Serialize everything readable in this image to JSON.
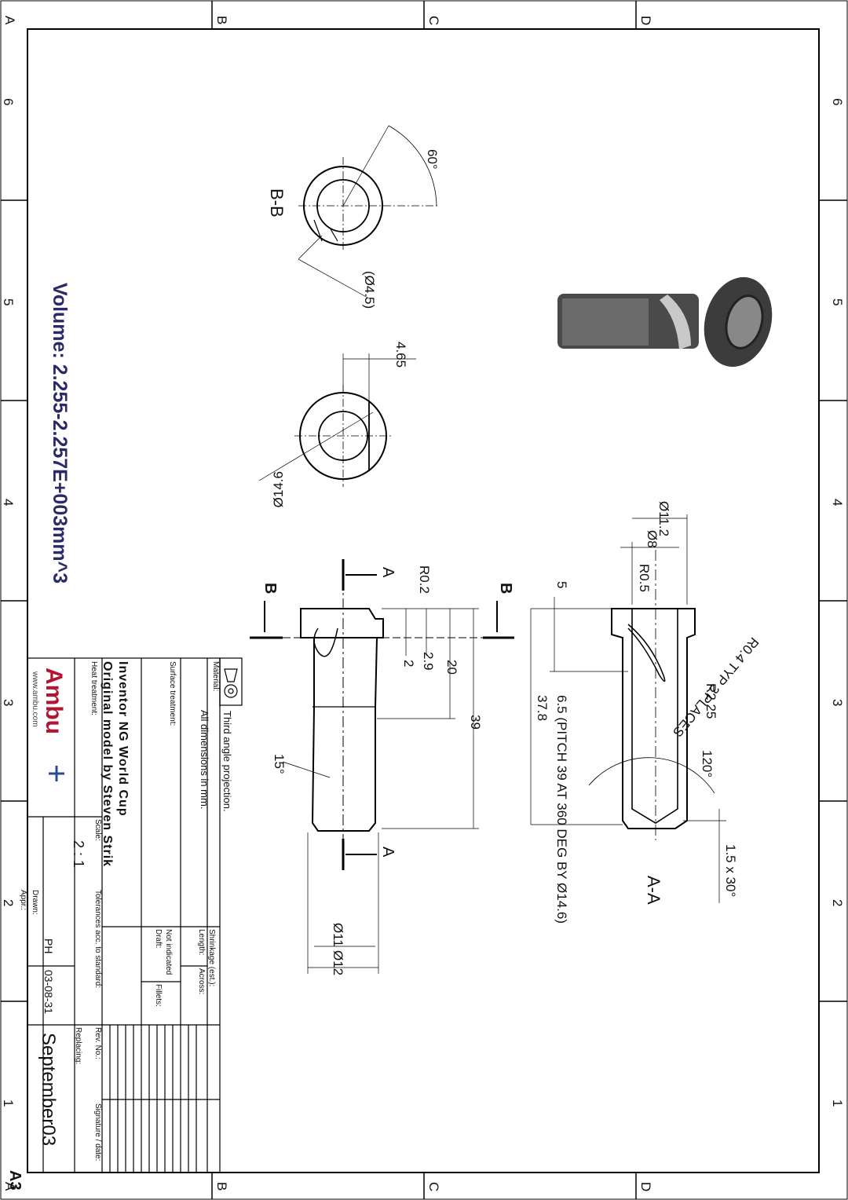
{
  "sheet": {
    "size": "A3",
    "zone_letters": [
      "A",
      "B",
      "C",
      "D"
    ],
    "zone_numbers": [
      "6",
      "5",
      "4",
      "3",
      "2",
      "1"
    ]
  },
  "notes": {
    "volume": "Volume: 2.255-2.257E+003mm^3",
    "projection": "Third angle projection.",
    "units": "All dimensions in mm."
  },
  "views": {
    "section_bb": "B-B",
    "section_aa": "A-A",
    "cut_a": "A",
    "cut_b": "B"
  },
  "dimensions": {
    "angle_60": "60°",
    "dia_4_5": "(Ø4.5)",
    "d_4_65": "4.65",
    "dia_14_6": "Ø14.6",
    "dia_11_2": "Ø11.2",
    "dia_8": "Ø8",
    "r0_5": "R0.5",
    "d_5": "5",
    "r0_4_typ": "R0.4 TYP 2 PLACES",
    "r2_25": "R2.25",
    "d_37_8": "37.8",
    "thread": "6.5 (PITCH 39 AT 360 DEG BY Ø14.6)",
    "angle_120": "120°",
    "chamfer": "1.5 x 30°",
    "r0_2": "R0.2",
    "d_2_9": "2.9",
    "d_2": "2",
    "d_20": "20",
    "d_39": "39",
    "angle_15": "15°",
    "dia_11": "Ø11",
    "dia_12": "Ø12"
  },
  "titleblock": {
    "material_label": "Material:",
    "surface_label": "Surface treatment:",
    "heat_label": "Heat treatment:",
    "title_line1": "Inventor NG World Cup",
    "title_line2": "Original model by Steven Strik",
    "logo": "Ambu",
    "website": "www.ambu.com",
    "scale_label": "Scale:",
    "scale_value": "2 : 1",
    "tolerances": "Tolerances acc. to standard:",
    "drawn_label": "Drawn:",
    "drawn_by": "PH",
    "drawn_date": "03-08-31",
    "appr_label": "Appr.:",
    "shrinkage": "Shrinkage (est.):",
    "length_label": "Length:",
    "across_label": "Across:",
    "not_indicated": "Not indicated",
    "draft_label": "Draft:",
    "fillets_label": "Fillets:",
    "rev_label": "Rev. No.:",
    "signature_label": "Signature / date:",
    "replacing_label": "Replacing:",
    "drawing_no": "September03"
  }
}
